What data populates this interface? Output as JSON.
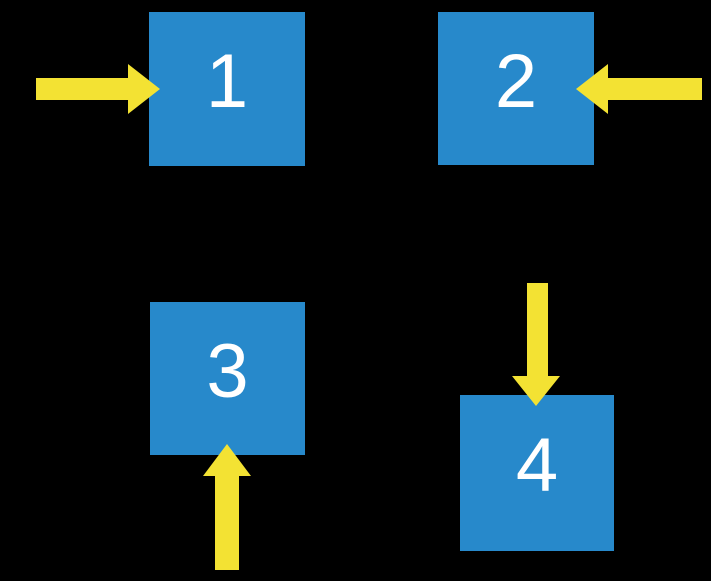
{
  "colors": {
    "background": "#000000",
    "box_fill": "#2789CB",
    "arrow_fill": "#F3E233",
    "label_color": "#FFFFFF"
  },
  "boxes": [
    {
      "label": "1",
      "position": "top-left",
      "arrow": {
        "icon": "arrow-right-icon",
        "direction": "right",
        "enters_from": "left"
      }
    },
    {
      "label": "2",
      "position": "top-right",
      "arrow": {
        "icon": "arrow-left-icon",
        "direction": "left",
        "enters_from": "right"
      }
    },
    {
      "label": "3",
      "position": "bottom-left",
      "arrow": {
        "icon": "arrow-up-icon",
        "direction": "up",
        "enters_from": "below"
      }
    },
    {
      "label": "4",
      "position": "bottom-right",
      "arrow": {
        "icon": "arrow-down-icon",
        "direction": "down",
        "enters_from": "above"
      }
    }
  ]
}
